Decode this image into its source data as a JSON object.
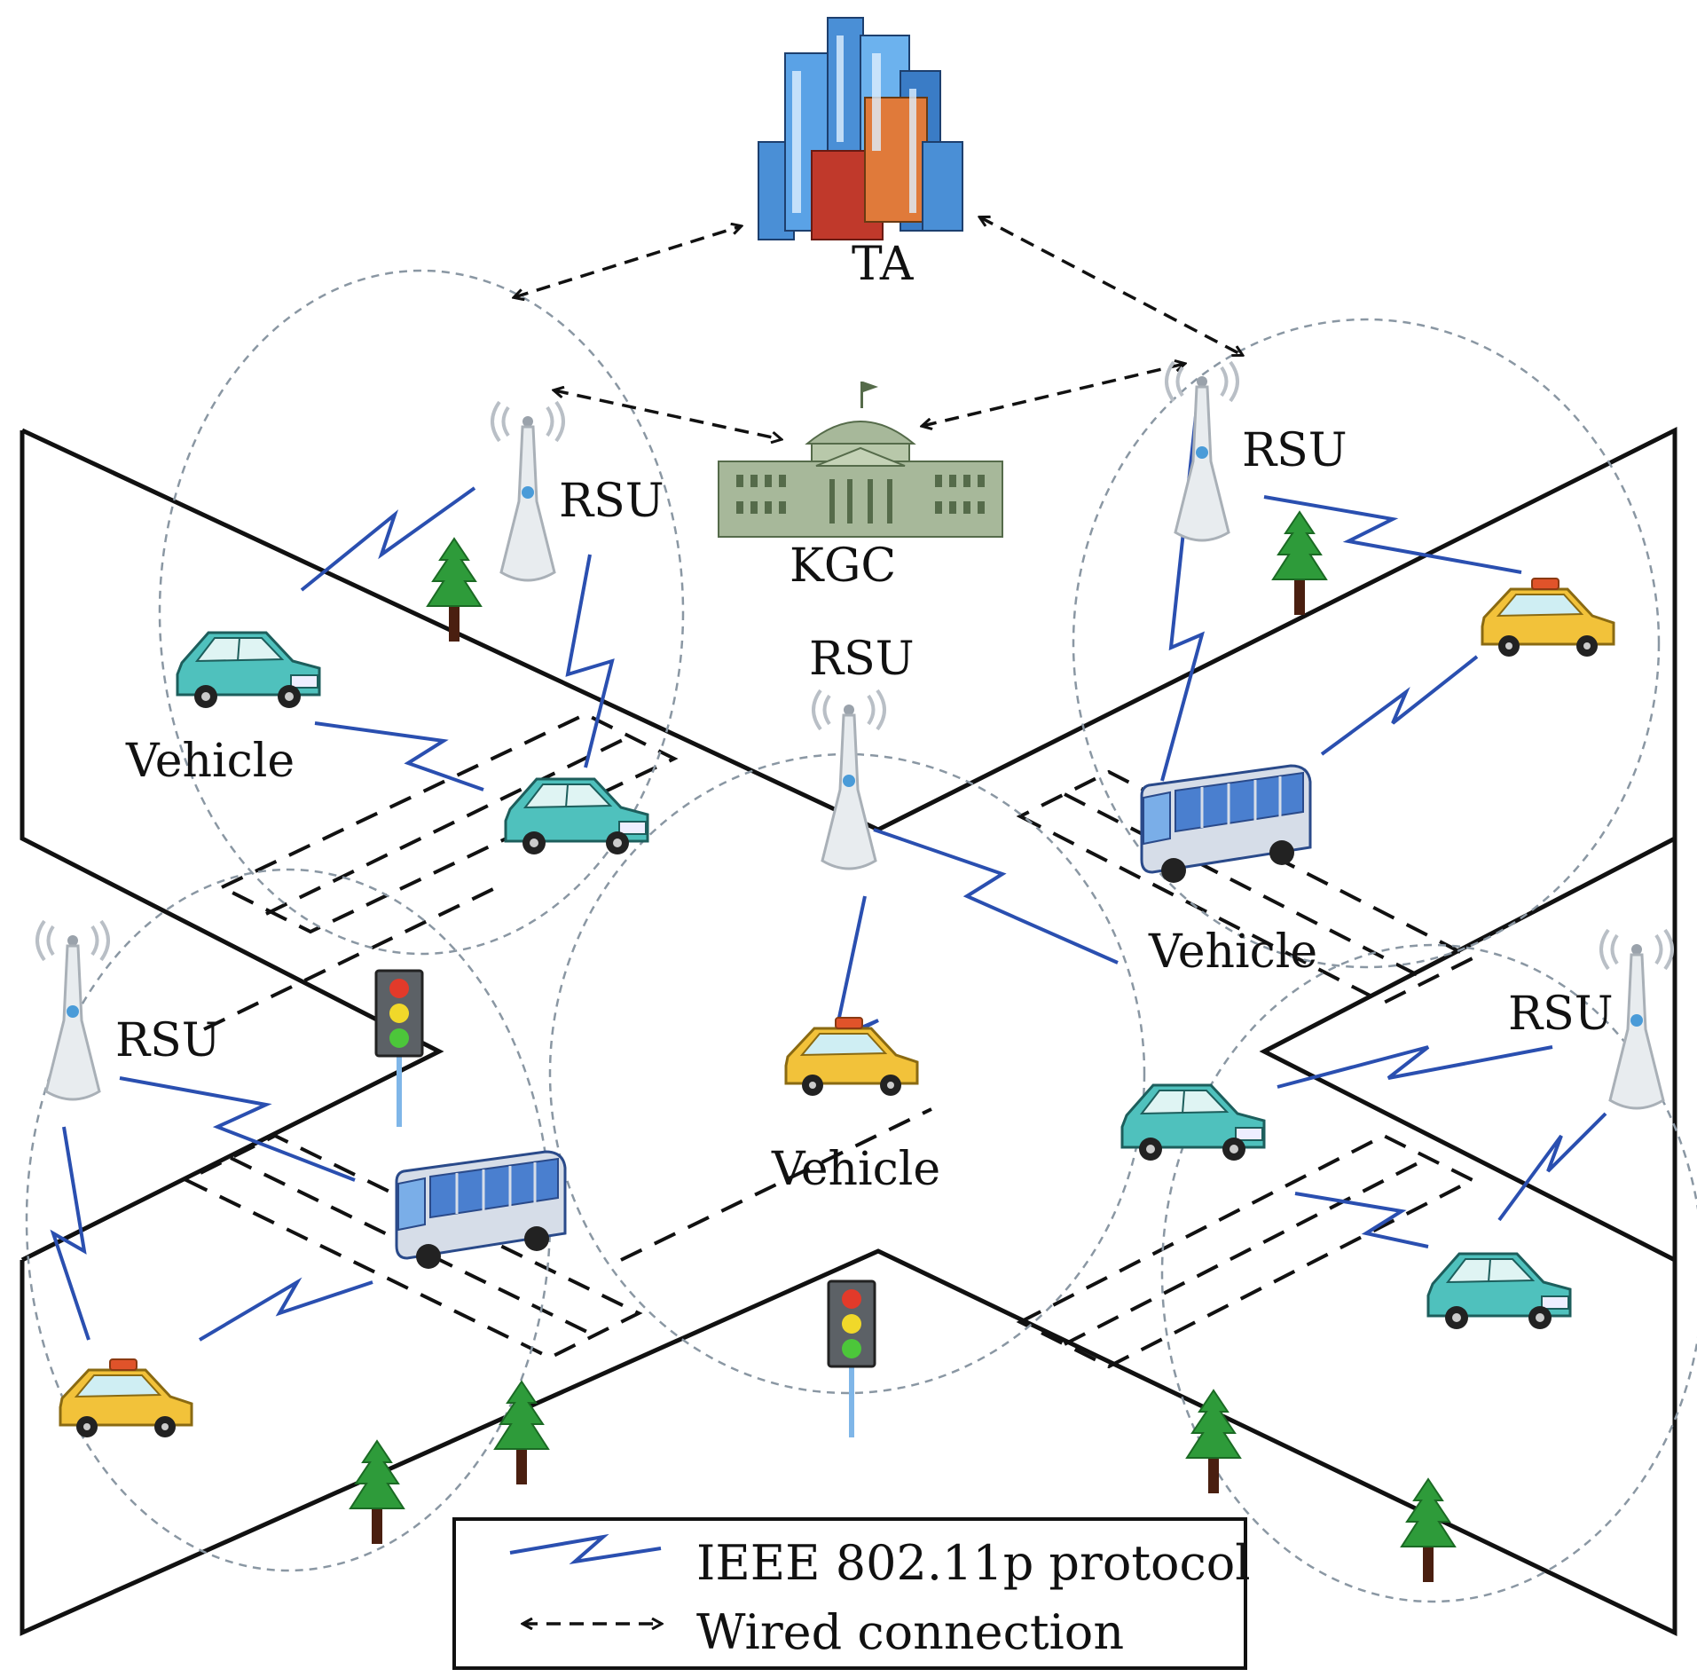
{
  "nodes": {
    "ta": "TA",
    "kgc": "KGC",
    "rsu": "RSU",
    "vehicle": "Vehicle"
  },
  "legend": {
    "wireless": "IEEE 802.11p protocol",
    "wired": "Wired connection"
  },
  "colors": {
    "wireless_link": "#2a4fb0",
    "car_teal": "#4fc1bd",
    "taxi_yellow": "#f2c23a",
    "bus_body": "#d6dde8",
    "tree_green": "#2e9b3a",
    "building_blue": "#4a8fd6",
    "kgc_green": "#a7b89a"
  }
}
